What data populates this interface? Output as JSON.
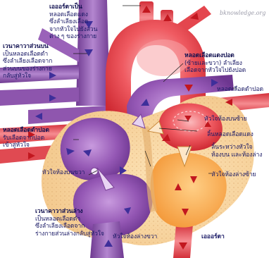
{
  "watermark": "bknowledge.org",
  "labels": {
    "aorta_top": {
      "title": "เอออร์ตาเป็น",
      "text": "หลอดเลือดแดง\nซึ่งลำเลียงเลือด\nจากหัวใจไปยังส่วน\nต่าง ๆ ของร่างกาย"
    },
    "svc": {
      "title": "เวนาคาวาส่วนบน",
      "text": "เป็นหลอดเลือดดำ\nซึ่งลำเลียงเลือดจาก\nส่วนบนของร่างกาย\nกลับสู่หัวใจ"
    },
    "pulm_artery": {
      "title": "หลอดเลือดแดงปอด",
      "text": "(ซ้ายและขวา) ลำเลียง\nเลือดจากหัวใจไปยังปอด"
    },
    "pulm_vein_right": "หลอดเลือดดำปอด",
    "pulm_vein_left": {
      "title": "หลอดเลือดดำปอด",
      "text": "รับเลือดจากปอด\nเข้าสู่หัวใจ"
    },
    "left_atrium": "หัวใจห้องบนซ้าย",
    "aortic_valve": "ลิ้นหลอดเลือดแดง",
    "mitral_valve": "ลิ้นระหว่างหัวใจ\nห้องบน และห้องล่าง",
    "right_atrium": "หัวใจห้องบนขวา",
    "left_ventricle": "หัวใจห้องล่างซ้าย",
    "ivc": {
      "title": "เวนาคาวาส่วนล่าง",
      "text": "เป็นหลอดเลือดดำ\nซึ่งลำเลียงเลือดจาก\nร่างกายส่วนล่างกลับสู่หัวใจ"
    },
    "right_ventricle": "หัวใจห้องล่างขวา",
    "aorta_bottom": "เอออร์ตา"
  },
  "colors": {
    "vein_purple": "#8a4fa8",
    "vein_light": "#b88ad0",
    "artery_red": "#e8414a",
    "artery_light": "#f59aa0",
    "muscle_tan": "#f6d7a9",
    "muscle_orange": "#f6a94e",
    "arrow_blue": "#3e2f9a",
    "arrow_red": "#c2171f",
    "text_blue": "#1a1a66"
  }
}
